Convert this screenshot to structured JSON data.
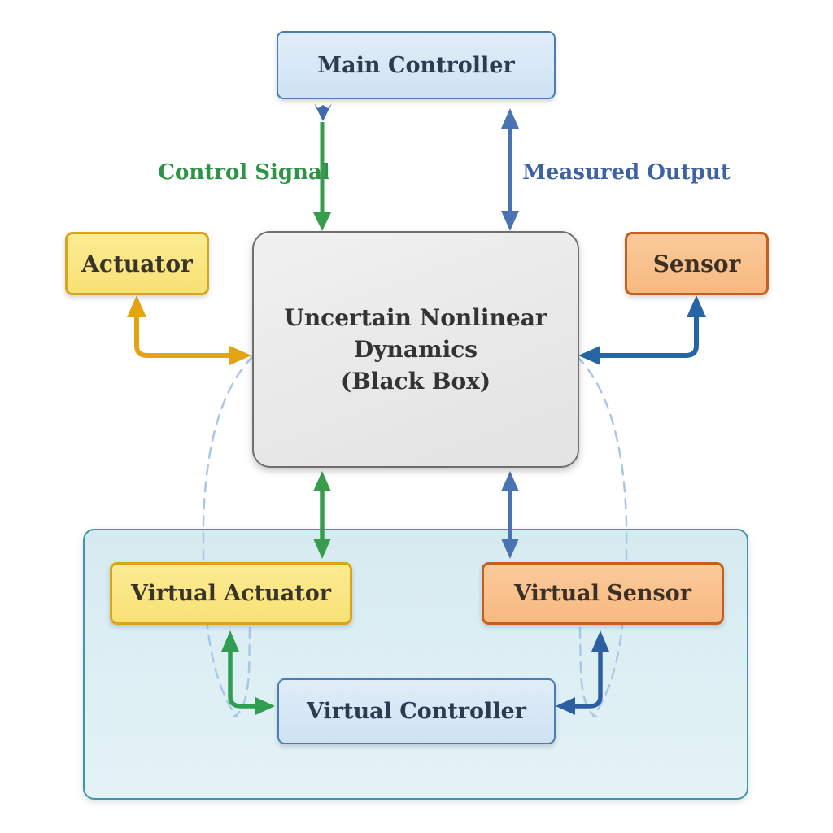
{
  "nodes": {
    "main_controller": {
      "label": "Main Controller"
    },
    "actuator": {
      "label": "Actuator"
    },
    "sensor": {
      "label": "Sensor"
    },
    "plant": {
      "lines": [
        "Uncertain Nonlinear",
        "Dynamics",
        "(Black Box)"
      ]
    },
    "virtual_actuator": {
      "label": "Virtual Actuator"
    },
    "virtual_sensor": {
      "label": "Virtual Sensor"
    },
    "virtual_controller": {
      "label": "Virtual Controller"
    }
  },
  "edge_labels": {
    "control_signal": "Control Signal",
    "measured_output": "Measured Output"
  },
  "colors": {
    "green_arrow": "#379d4c",
    "gold_arrow": "#e4a313",
    "blue_arrow": "#4a73b3",
    "dark_blue_arrow": "#2565a4",
    "dashed_loop": "#a9c7e6",
    "panel_border": "#4295a5",
    "panel_fill": "#daedf2",
    "green_label_text": "#2e9347",
    "blue_label_text": "#3e62a2"
  }
}
